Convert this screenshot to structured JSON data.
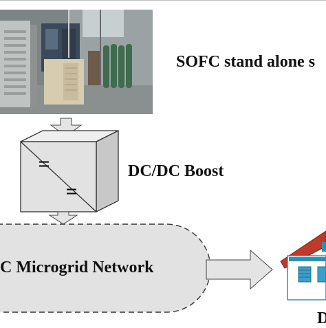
{
  "diagram": {
    "sofc_label": "SOFC stand alone s",
    "boost_label": "DC/DC Boost",
    "network_label": "C Microgrid Network",
    "load_label": "D",
    "converter_symbols": {
      "input": "=",
      "output": "="
    }
  },
  "colors": {
    "block_fill": "#e2e2e2",
    "arrow_fill": "#e4e4e4",
    "outline": "#333333",
    "roof": "#c0392b",
    "house_wall": "#2c8fb7"
  },
  "icons": [
    "sofc-photo",
    "down-arrow-icon",
    "right-arrow-icon",
    "house-icon"
  ]
}
